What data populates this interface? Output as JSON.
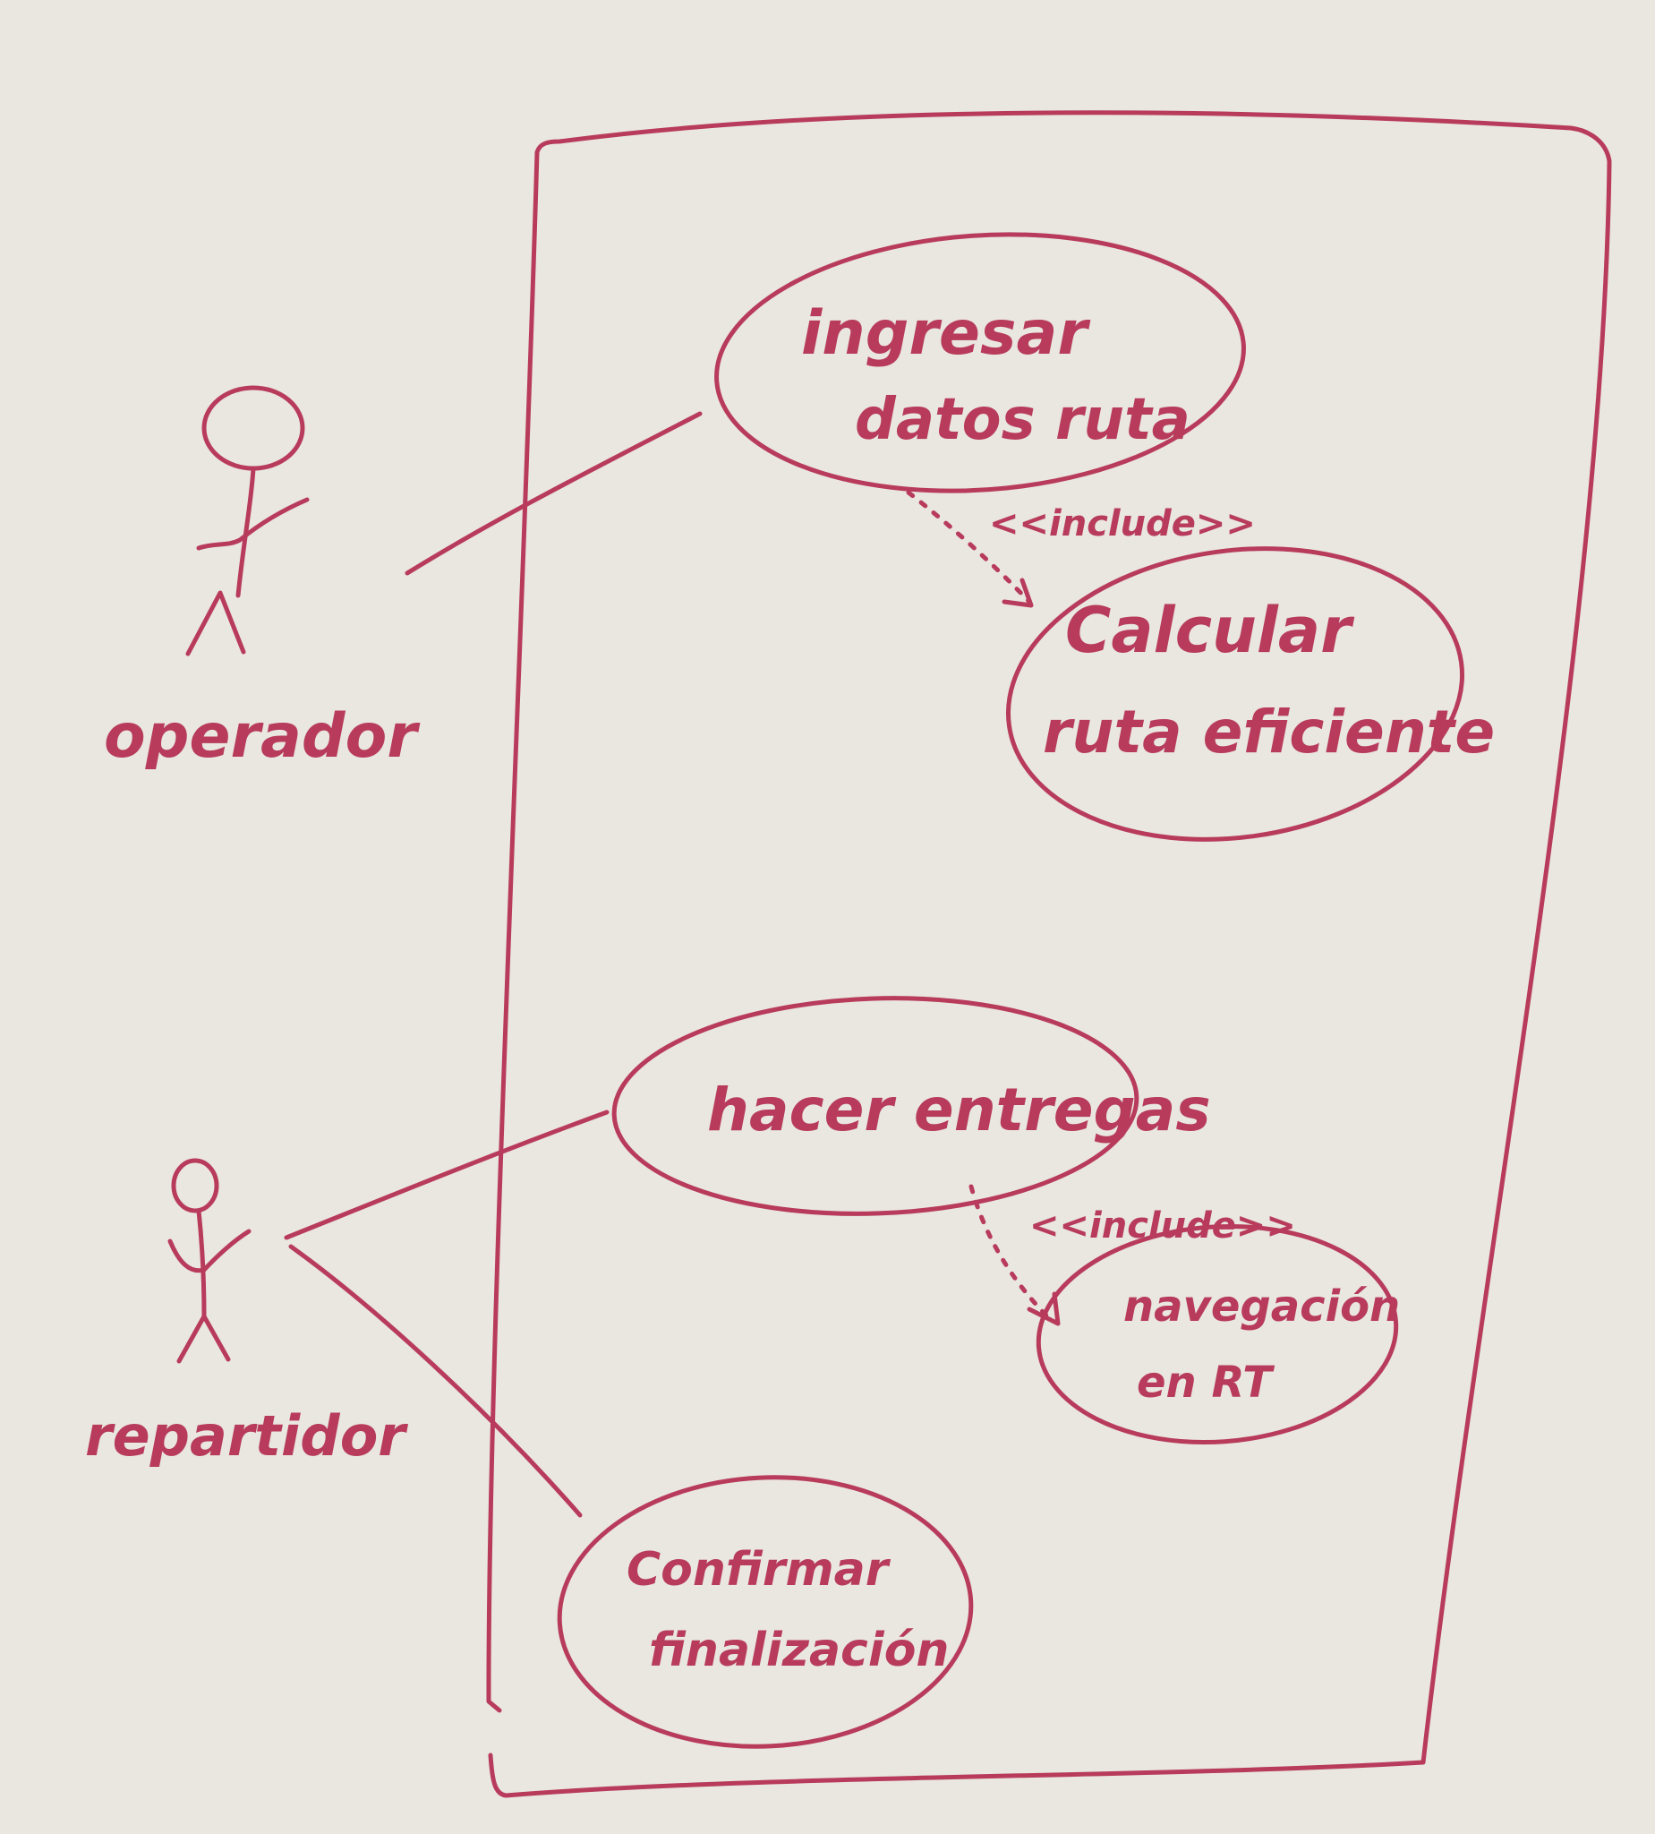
{
  "diagram": {
    "ink_color": "#b83b5b",
    "background_color": "#e9e7df",
    "actors": [
      {
        "id": "operador",
        "label": "operador"
      },
      {
        "id": "repartidor",
        "label": "repartidor"
      }
    ],
    "use_cases": [
      {
        "id": "ingresar",
        "lines": [
          "ingresar",
          "datos ruta"
        ]
      },
      {
        "id": "calcular",
        "lines": [
          "Calcular",
          "ruta eficiente"
        ]
      },
      {
        "id": "hacer",
        "lines": [
          "hacer entregas"
        ]
      },
      {
        "id": "navegacion",
        "lines": [
          "navegación",
          "en RT"
        ]
      },
      {
        "id": "confirmar",
        "lines": [
          "Confirmar",
          "finalización"
        ]
      }
    ],
    "relations": [
      {
        "from": "operador",
        "to": "ingresar",
        "type": "association"
      },
      {
        "from": "ingresar",
        "to": "calcular",
        "type": "include",
        "label": "<<include>>"
      },
      {
        "from": "repartidor",
        "to": "hacer",
        "type": "association"
      },
      {
        "from": "hacer",
        "to": "navegacion",
        "type": "include",
        "label": "<<include>>"
      },
      {
        "from": "repartidor",
        "to": "confirmar",
        "type": "association"
      }
    ]
  }
}
